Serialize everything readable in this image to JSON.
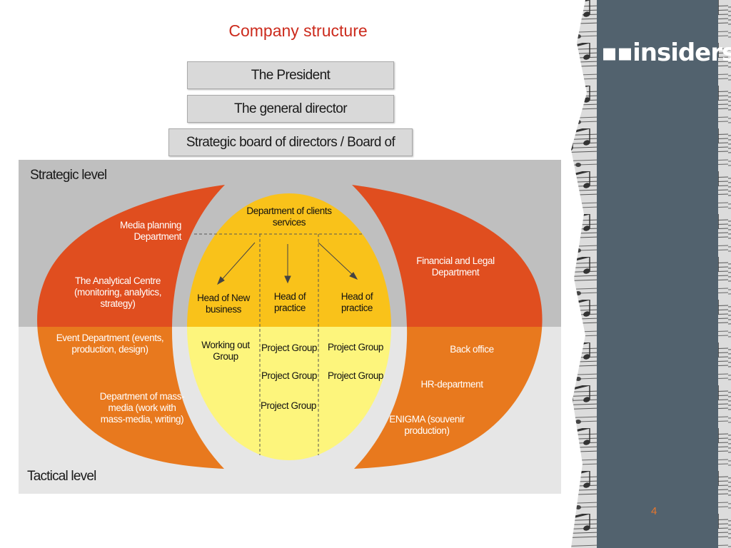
{
  "title": "Company structure",
  "logo_text": "insiders",
  "page_number": "4",
  "hierarchy": {
    "president": "The President",
    "general_director": "The general director",
    "board": "Strategic board of directors / Board of directors"
  },
  "levels": {
    "strategic": "Strategic level",
    "tactical": "Tactical level"
  },
  "left_wing": {
    "media_planning": "Media planning Department",
    "analytical_centre": "The Analytical Centre (monitoring, analytics, strategy)",
    "event_department": "Event Department (events, production, design)",
    "mass_media": "Department of mass-media (work with mass-media, writing)"
  },
  "center": {
    "clients_services": "Department of clients services",
    "head_new_business": "Head of New business",
    "head_practice_1": "Head of practice",
    "head_practice_2": "Head of practice",
    "working_out_group": "Working out Group",
    "project_groups": [
      "Project Group",
      "Project Group",
      "Project Group",
      "Project Group",
      "Project Group"
    ]
  },
  "right_wing": {
    "financial_legal": "Financial and Legal Department",
    "back_office": "Back office",
    "hr_department": "HR-department",
    "enigma": "ENIGMA (souvenir production)"
  },
  "colors": {
    "title": "#cc2b1d",
    "strategic_band": "#bfbfbf",
    "tactical_band": "#e6e6e6",
    "wing_top": "#e04e1f",
    "wing_bottom": "#e8791e",
    "center_top": "#f9c21a",
    "center_bottom": "#fdf57c",
    "logo_panel": "#52626e"
  }
}
